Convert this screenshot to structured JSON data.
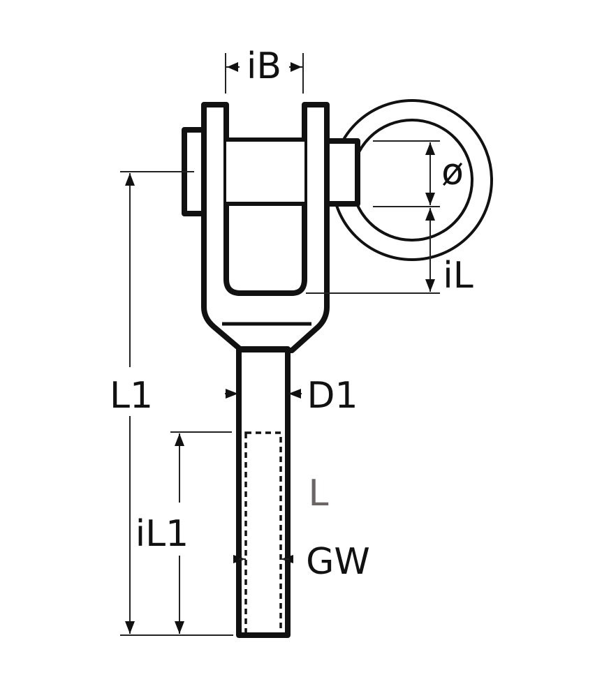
{
  "diagram": {
    "title": "Fork terminal with swivel ring",
    "colors": {
      "line": "#111111",
      "background": "#ffffff",
      "label_L": "#6b6565"
    },
    "labels": {
      "iB": "iB",
      "diameter": "ø",
      "iL": "iL",
      "L1": "L1",
      "D1": "D1",
      "L": "L",
      "iL1": "iL1",
      "GW": "GW"
    }
  }
}
